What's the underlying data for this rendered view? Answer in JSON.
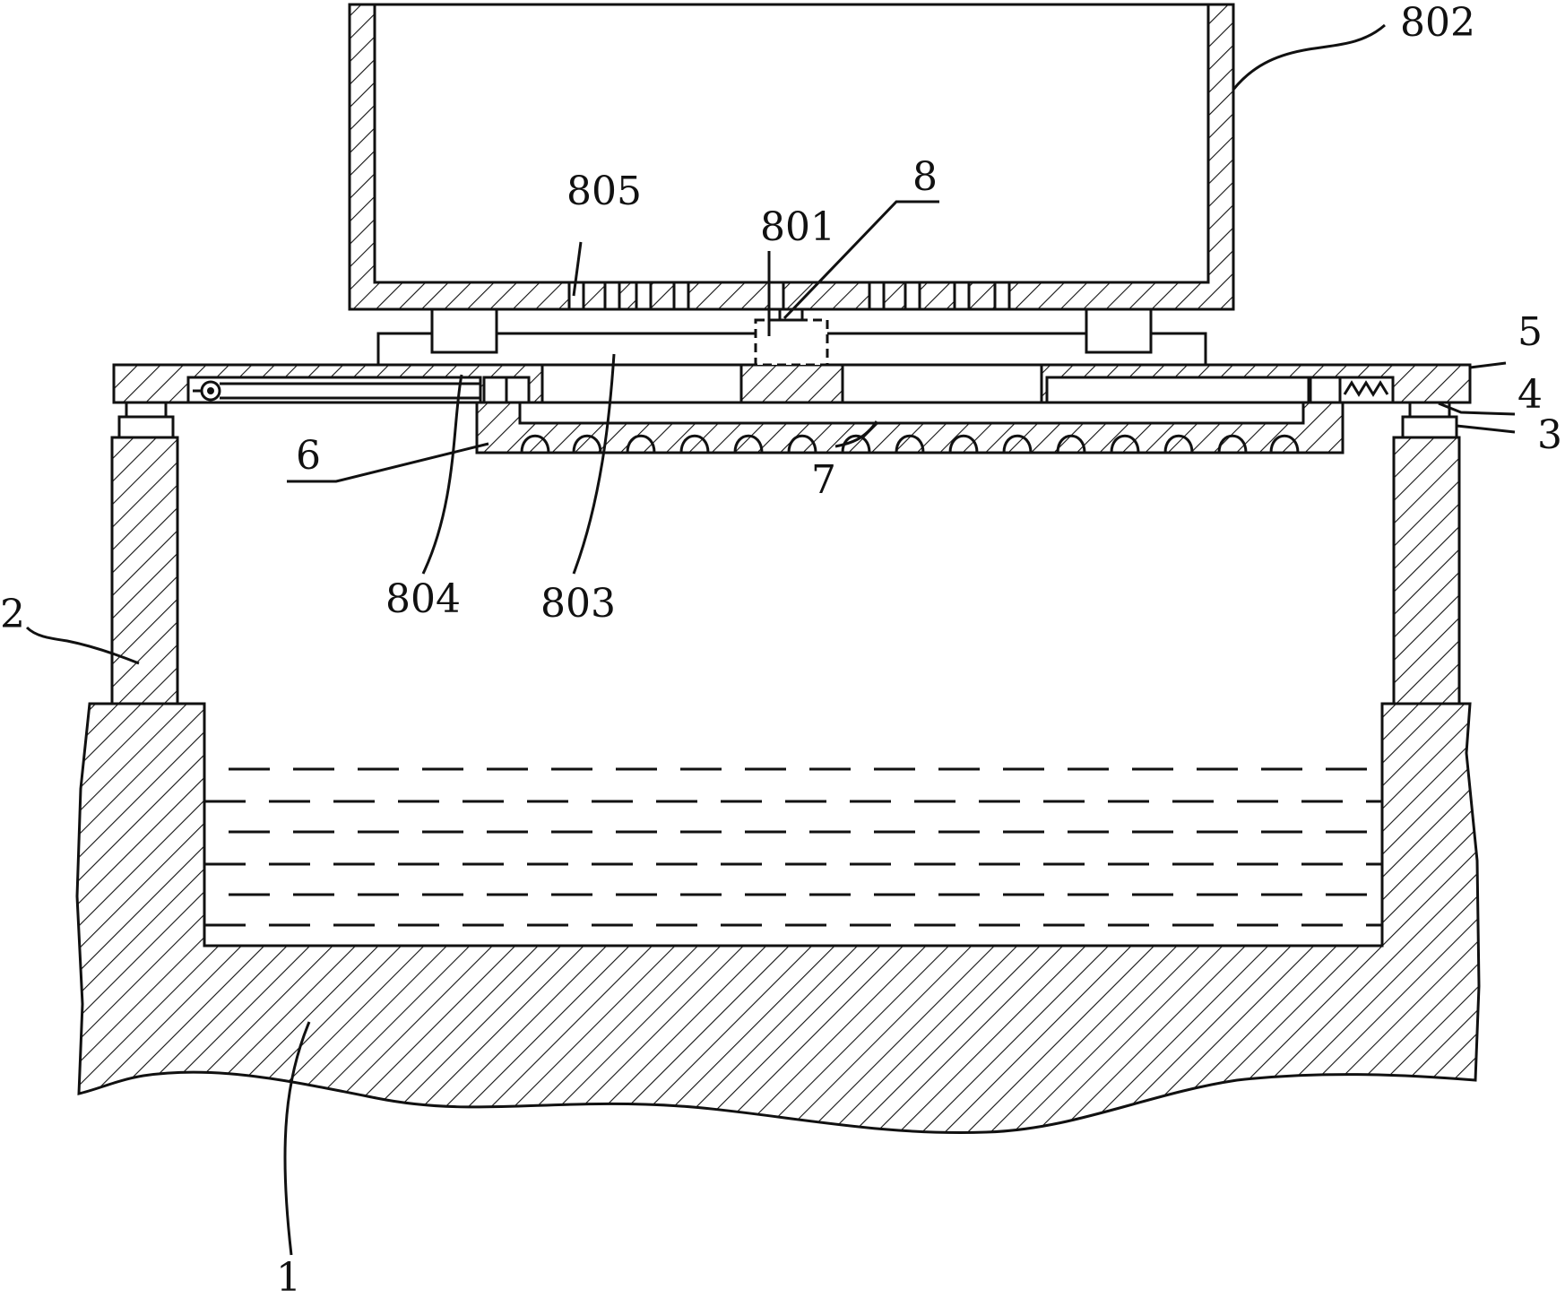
{
  "diagram": {
    "labels": {
      "l1": "1",
      "l2": "2",
      "l3": "3",
      "l4": "4",
      "l5": "5",
      "l6": "6",
      "l7": "7",
      "l8": "8",
      "l801": "801",
      "l802": "802",
      "l803": "803",
      "l804": "804",
      "l805": "805"
    }
  }
}
